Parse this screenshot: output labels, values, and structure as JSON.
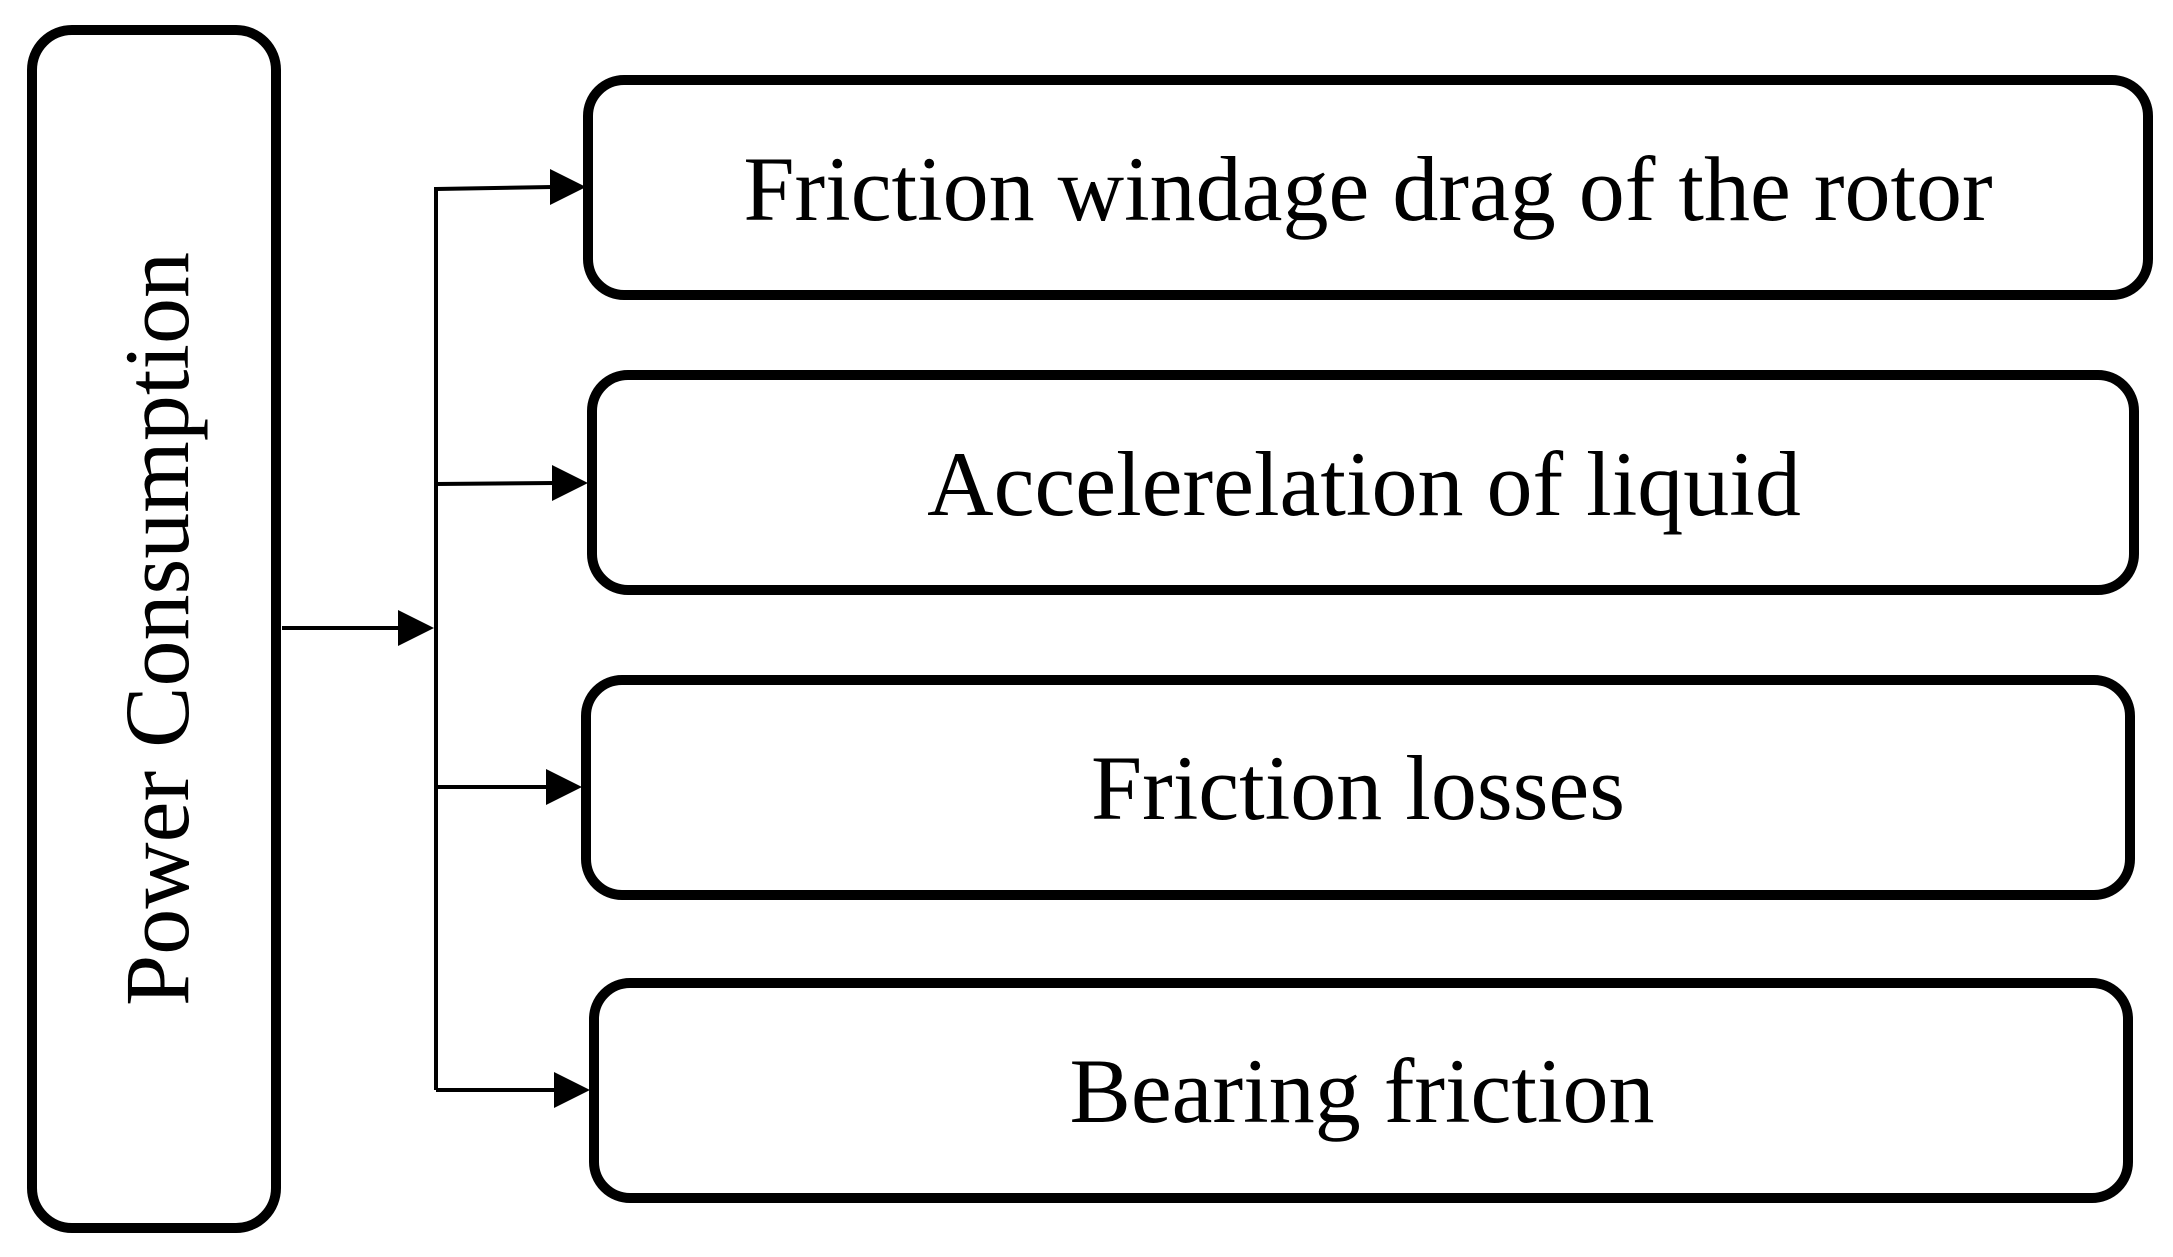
{
  "source": {
    "label": "Power Consumption"
  },
  "targets": [
    {
      "label": "Friction windage drag of the rotor"
    },
    {
      "label": "Accelerelation of liquid"
    },
    {
      "label": "Friction losses"
    },
    {
      "label": "Bearing friction"
    }
  ],
  "colors": {
    "stroke": "#000000",
    "background": "#ffffff"
  }
}
